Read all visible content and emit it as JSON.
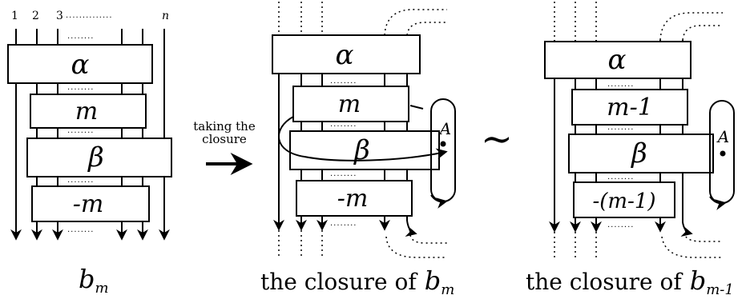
{
  "panel1": {
    "strand_numbers": [
      "1",
      "2",
      "3",
      "n"
    ],
    "top_dots": "..............",
    "box_alpha": "α",
    "box_m": "m",
    "box_beta": "β",
    "box_neg_m": "-m",
    "caption_main": "b",
    "caption_sub": "m"
  },
  "arrow": {
    "label_line1": "taking the",
    "label_line2": "closure"
  },
  "panel2": {
    "box_alpha": "α",
    "box_m": "m",
    "box_beta": "β",
    "box_neg_m": "-m",
    "marker_A": "A",
    "caption_prefix": "the closure of",
    "caption_main": "b",
    "caption_sub": "m"
  },
  "equivalence_symbol": "∼",
  "panel3": {
    "box_alpha": "α",
    "box_m_minus_1": "m-1",
    "box_beta": "β",
    "box_neg_m_minus_1": "-(m-1)",
    "marker_A": "A",
    "caption_prefix": "the closure of",
    "caption_main": "b",
    "caption_sub": "m-1"
  },
  "inner_dots": "........"
}
